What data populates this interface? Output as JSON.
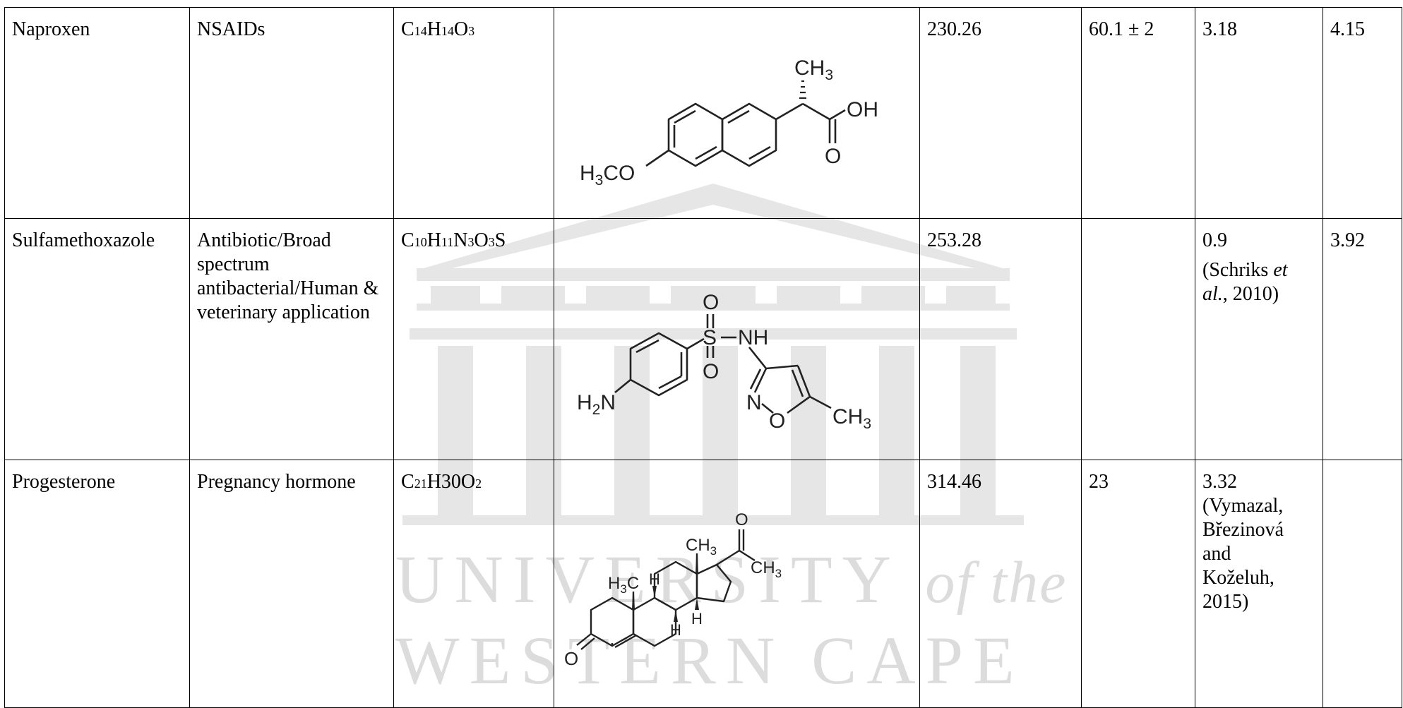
{
  "watermark": {
    "line1_main": "UNIVERSITY",
    "line1_italic": "of the",
    "line2": "WESTERN CAPE"
  },
  "rows": [
    {
      "name": "Naproxen",
      "class": "NSAIDs",
      "formula": {
        "parts": [
          [
            "C",
            "14"
          ],
          [
            "H",
            "14"
          ],
          [
            "O",
            "3"
          ]
        ]
      },
      "structure": {
        "labels": {
          "ch3": "CH",
          "ch3_sub": "3",
          "oh": "OH",
          "o": "O",
          "h3co_h": "H",
          "h3co_sub": "3",
          "h3co_rest": "CO"
        }
      },
      "mw": "230.26",
      "col6": "60.1 ± 2",
      "col7": "3.18",
      "col7_ref": "",
      "col8": "4.15"
    },
    {
      "name": "Sulfamethoxazole",
      "class": "Antibiotic/Broad spectrum antibacterial/Human & veterinary application",
      "formula": {
        "parts": [
          [
            "C",
            "10"
          ],
          [
            "H",
            "11"
          ],
          [
            "N",
            "3"
          ],
          [
            "O",
            "3"
          ],
          [
            "S",
            ""
          ]
        ]
      },
      "structure": {
        "labels": {
          "o_top": "O",
          "s": "S",
          "nh": "NH",
          "o_bot": "O",
          "h2n_h": "H",
          "h2n_sub": "2",
          "h2n_n": "N",
          "n_ring": "N",
          "o_ring": "O",
          "ch3": "CH",
          "ch3_sub": "3"
        }
      },
      "mw": "253.28",
      "col6": "",
      "col7": "0.9",
      "col7_ref_a": "(Schriks ",
      "col7_ref_b": "et",
      "col7_ref_c": "al.",
      "col7_ref_d": ", 2010)",
      "col8": "3.92"
    },
    {
      "name": "Progesterone",
      "class": "Pregnancy hormone",
      "formula_text": {
        "c": "C",
        "c_sub": "21",
        "h": "H",
        "h_rest": "30O",
        "o_sub": "2"
      },
      "structure": {
        "labels": {
          "o_top": "O",
          "ch3_a": "CH",
          "ch3_a_sub": "3",
          "ch3_b": "CH",
          "ch3_b_sub": "3",
          "h3c_h": "H",
          "h3c_sub": "3",
          "h3c_c": "C",
          "h1": "H",
          "h2": "H",
          "h3": "H",
          "o_bot": "O"
        }
      },
      "mw": "314.46",
      "col6": "23",
      "col7": "3.32",
      "col7_ref_lines": [
        "(Vymazal,",
        "Březinová",
        "and",
        "Koželuh,",
        "2015)"
      ],
      "col8": ""
    }
  ]
}
